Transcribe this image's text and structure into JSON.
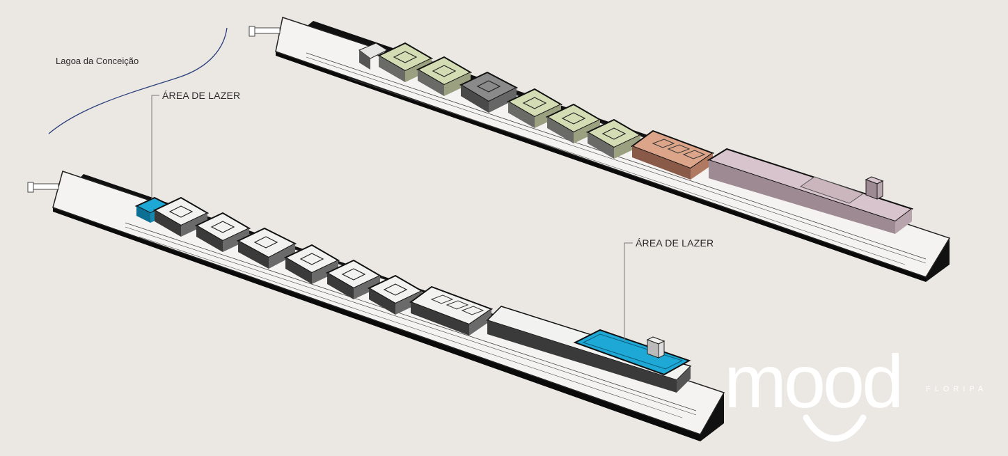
{
  "labels": {
    "lagoon": "Lagoa da Conceição",
    "leisure_area_top": "ÁREA DE LAZER",
    "leisure_area_bottom": "ÁREA DE LAZER"
  },
  "logo": {
    "wordmark": "mood",
    "subtitle": "FLORIPA"
  },
  "colors": {
    "background": "#ebe8e4",
    "block_green": "#d4dcb4",
    "block_gray": "#8a8a8a",
    "block_terracotta": "#dca58a",
    "block_mauve": "#d8c4cc",
    "block_white": "#f2f2f0",
    "leisure_blue": "#1ea8d6",
    "lagoon_line": "#2a3f7a",
    "logo": "#ffffff"
  },
  "icons": [
    "pier-icon",
    "pier-icon"
  ]
}
